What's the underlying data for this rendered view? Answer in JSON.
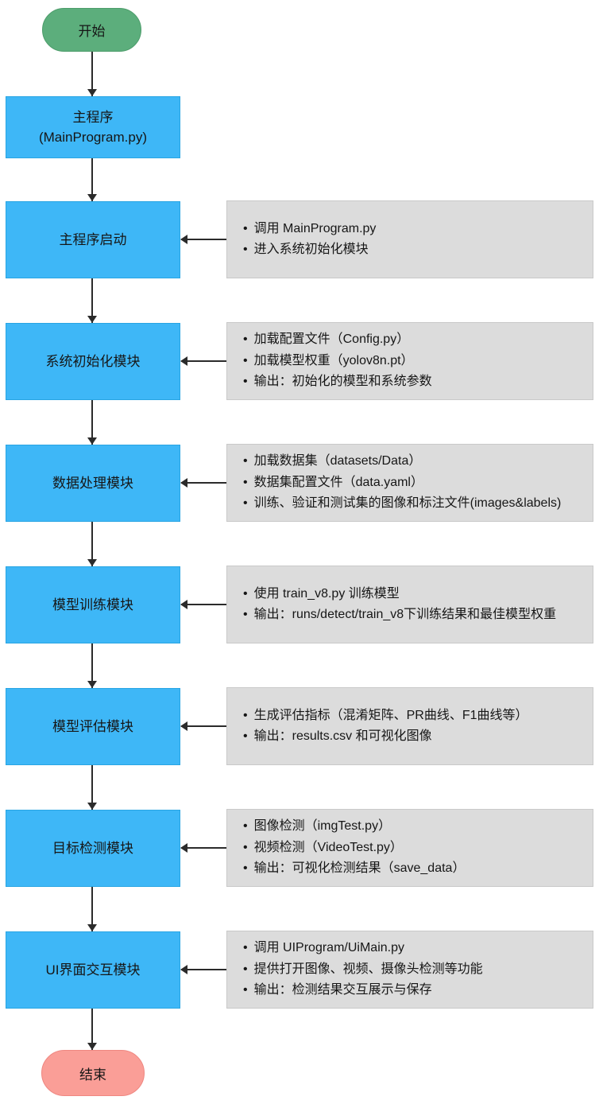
{
  "flowchart": {
    "start": {
      "label": "开始"
    },
    "end": {
      "label": "结束"
    },
    "main_program": {
      "label": "主程序",
      "sublabel": "(MainProgram.py)"
    },
    "modules": [
      {
        "label": "主程序启动",
        "notes": [
          "调用 MainProgram.py",
          "进入系统初始化模块"
        ]
      },
      {
        "label": "系统初始化模块",
        "notes": [
          "加载配置文件（Config.py）",
          "加载模型权重（yolov8n.pt）",
          "输出：初始化的模型和系统参数"
        ]
      },
      {
        "label": "数据处理模块",
        "notes": [
          "加载数据集（datasets/Data）",
          "数据集配置文件（data.yaml）",
          "训练、验证和测试集的图像和标注文件(images&labels)"
        ]
      },
      {
        "label": "模型训练模块",
        "notes": [
          "使用 train_v8.py 训练模型",
          "输出：runs/detect/train_v8下训练结果和最佳模型权重"
        ]
      },
      {
        "label": "模型评估模块",
        "notes": [
          "生成评估指标（混淆矩阵、PR曲线、F1曲线等）",
          "输出：results.csv 和可视化图像"
        ]
      },
      {
        "label": "目标检测模块",
        "notes": [
          "图像检测（imgTest.py）",
          "视频检测（VideoTest.py）",
          "输出：可视化检测结果（save_data）"
        ]
      },
      {
        "label": "UI界面交互模块",
        "notes": [
          "调用 UIProgram/UiMain.py",
          "提供打开图像、视频、摄像头检测等功能",
          "输出：检测结果交互展示与保存"
        ]
      }
    ],
    "colors": {
      "process_fill": "#3EB7F7",
      "process_border": "#29A5E3",
      "start_fill": "#5CAE7C",
      "start_border": "#4D9D6B",
      "end_fill": "#FA9E97",
      "end_border": "#EF8781",
      "note_fill": "#DCDCDC",
      "note_border": "#C9C9C9",
      "arrow": "#2B2B2B"
    }
  }
}
